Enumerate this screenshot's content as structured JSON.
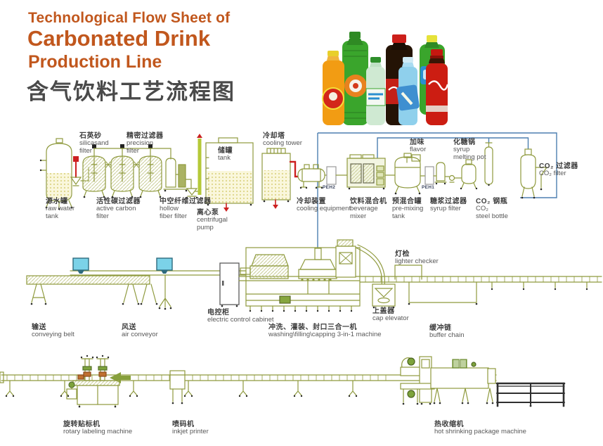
{
  "title": {
    "line1": "Technological Flow Sheet of",
    "line2": "Carbonated Drink",
    "line3": "Production Line",
    "line4_cn": "含气饮料工艺流程图"
  },
  "colors": {
    "accent_orange": "#c1571d",
    "diagram_olive": "#8f9a3e",
    "pipe_blue": "#4d7fb0",
    "pipe_red": "#cc2020",
    "monitor_cyan": "#7bd2e8",
    "tank_fill_yellow": "#faf7dc"
  },
  "labels": {
    "silicasand": {
      "cn": "石英砂",
      "en": "silicasand\nfilter"
    },
    "precision": {
      "cn": "精密过滤器",
      "en": "precision\nfilter"
    },
    "storage_tank": {
      "cn": "储罐",
      "en": "tank"
    },
    "cooling_tower": {
      "cn": "冷却塔",
      "en": "cooling tower"
    },
    "flavor": {
      "cn": "加味",
      "en": "flavor"
    },
    "syrup_melting_pot": {
      "cn": "化糖锅",
      "en": "syrup\nmelting pot"
    },
    "co2_filter": {
      "cn": "CO₂ 过滤器",
      "en": "CO₂ filter"
    },
    "raw_water_tank": {
      "cn": "源水罐",
      "en": "raw water\ntank"
    },
    "active_carbon": {
      "cn": "活性碳过滤器",
      "en": "active carbon\nfilter"
    },
    "hollow_fiber": {
      "cn": "中空纤维过滤器",
      "en": "hollow\nfiber filter"
    },
    "centrifugal_pump": {
      "cn": "离心泵",
      "en": "centrifugal\npump"
    },
    "cooling_equipment": {
      "cn": "冷却装置",
      "en": "cooling equipment"
    },
    "beverage_mixer": {
      "cn": "饮料混合机",
      "en": "beverage\nmixer"
    },
    "pre_mixing_tank": {
      "cn": "预混合罐",
      "en": "pre-mixing\ntank"
    },
    "syrup_filter": {
      "cn": "糖浆过滤器",
      "en": "syrup filter"
    },
    "co2_steel_bottle": {
      "cn": "CO₂ 钢瓶",
      "en": "CO₂\nsteel bottle"
    },
    "conveying_belt": {
      "cn": "输送",
      "en": "conveying belt"
    },
    "air_conveyor": {
      "cn": "风送",
      "en": "air conveyor"
    },
    "electric_control_cabinet": {
      "cn": "电控柜",
      "en": "electric control cabinet"
    },
    "washing_machine": {
      "cn": "冲洗、灌装、封口三合一机",
      "en": "washing\\filling\\capping 3-in-1 machine"
    },
    "cap_elevator": {
      "cn": "上盖器",
      "en": "cap elevator"
    },
    "lighter_checker": {
      "cn": "灯检",
      "en": "lighter checker"
    },
    "buffer_chain": {
      "cn": "缓冲链",
      "en": "buffer chain"
    },
    "rotary_labeling": {
      "cn": "旋转贴标机",
      "en": "rotary labeling machine"
    },
    "inkjet_printer": {
      "cn": "喷码机",
      "en": "inkjet printer"
    },
    "hot_shrinking": {
      "cn": "热收缩机",
      "en": "hot shrinking package machine"
    }
  },
  "pipe_tags": {
    "peh2": "PEH2",
    "peh1": "PEH1"
  }
}
